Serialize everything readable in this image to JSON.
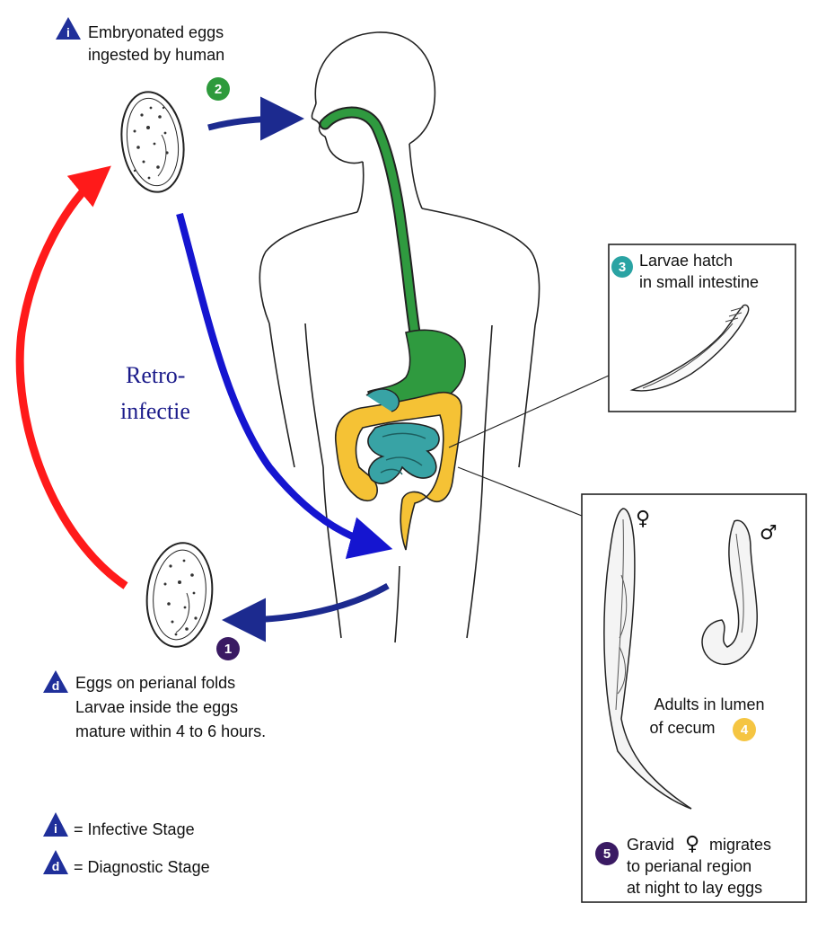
{
  "labels": {
    "step1_title": "Eggs on perianal folds",
    "step1_line2": "Larvae inside the eggs",
    "step1_line3": "mature within 4 to 6 hours.",
    "step2_line1": "Embryonated eggs",
    "step2_line2": "ingested by human",
    "step3_line1": "Larvae hatch",
    "step3_line2": "in small intestine",
    "step4_line1": "Adults in lumen",
    "step4_line2": "of cecum",
    "step5_line1": "Gravid",
    "step5_line1b": "migrates",
    "step5_line2": "to perianal region",
    "step5_line3": "at night to lay eggs",
    "retro_line1": "Retro-",
    "retro_line2": "infectie"
  },
  "badges": {
    "b1": "1",
    "b2": "2",
    "b3": "3",
    "b4": "4",
    "b5": "5",
    "infective_letter": "i",
    "diagnostic_letter": "d"
  },
  "symbols": {
    "female": "♀",
    "male": "♂"
  },
  "legend": {
    "infective": "= Infective Stage",
    "diagnostic": "= Diagnostic Stage"
  },
  "colors": {
    "badge1": "#3a1a63",
    "badge2": "#2e9a3c",
    "badge3": "#2aa3a3",
    "badge4": "#f5c542",
    "badge5": "#3a1a63",
    "stage_triangle": "#1f2f9a",
    "arrow_blue": "#1515d0",
    "arrow_navy": "#1c2a8f",
    "arrow_red": "#ff1a1a",
    "gut_green": "#2f9a3f",
    "colon_yellow": "#f5c235",
    "intestine_teal": "#38a3a5",
    "retro_text": "#1a1a8a"
  }
}
